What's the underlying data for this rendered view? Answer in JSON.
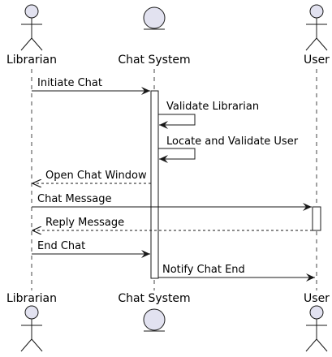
{
  "colors": {
    "actor_fill": "#E2E2F0",
    "actor_stroke": "#181818",
    "lifeline": "#181818",
    "activation_fill": "#FFFFFF",
    "arrow": "#181818"
  },
  "participants": [
    {
      "id": "librarian",
      "label": "Librarian",
      "kind": "actor"
    },
    {
      "id": "chat-system",
      "label": "Chat System",
      "kind": "entity"
    },
    {
      "id": "user",
      "label": "User",
      "kind": "actor"
    }
  ],
  "messages": [
    {
      "from": "librarian",
      "to": "chat-system",
      "label": "Initiate Chat",
      "style": "solid"
    },
    {
      "from": "chat-system",
      "to": "chat-system",
      "label": "Validate Librarian",
      "style": "solid"
    },
    {
      "from": "chat-system",
      "to": "chat-system",
      "label": "Locate and Validate User",
      "style": "solid"
    },
    {
      "from": "chat-system",
      "to": "librarian",
      "label": "Open Chat Window",
      "style": "dashed"
    },
    {
      "from": "librarian",
      "to": "user",
      "label": "Chat Message",
      "style": "solid"
    },
    {
      "from": "user",
      "to": "librarian",
      "label": "Reply Message",
      "style": "dashed"
    },
    {
      "from": "librarian",
      "to": "chat-system",
      "label": "End Chat",
      "style": "solid"
    },
    {
      "from": "chat-system",
      "to": "user",
      "label": "Notify Chat End",
      "style": "solid"
    }
  ]
}
